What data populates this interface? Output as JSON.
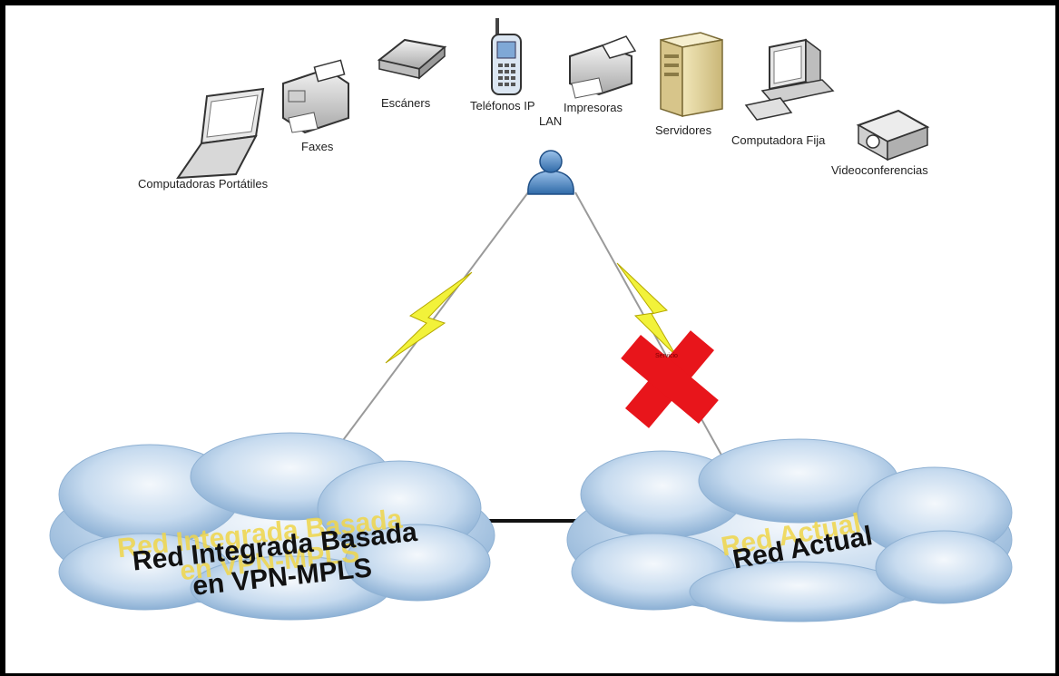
{
  "devices": {
    "laptop": "Computadoras Portátiles",
    "fax": "Faxes",
    "scanner": "Escáners",
    "phone_line1": "Teléfonos IP",
    "phone_line2": "LAN",
    "printer": "Impresoras",
    "server": "Servidores",
    "desktop": "Computadora Fija",
    "projector": "Videoconferencias"
  },
  "clouds": {
    "left": {
      "title_line1": "Red Integrada Basada",
      "title_line2": "en VPN-MPLS"
    },
    "right": {
      "title": "Red Actual"
    }
  },
  "cross_label": "Servicio",
  "colors": {
    "link_line": "#9a9a9a",
    "lightning": "#f2f23a",
    "cross": "#e8151b",
    "user": "#5b8fc7",
    "cloud": "#a9c7e6"
  }
}
